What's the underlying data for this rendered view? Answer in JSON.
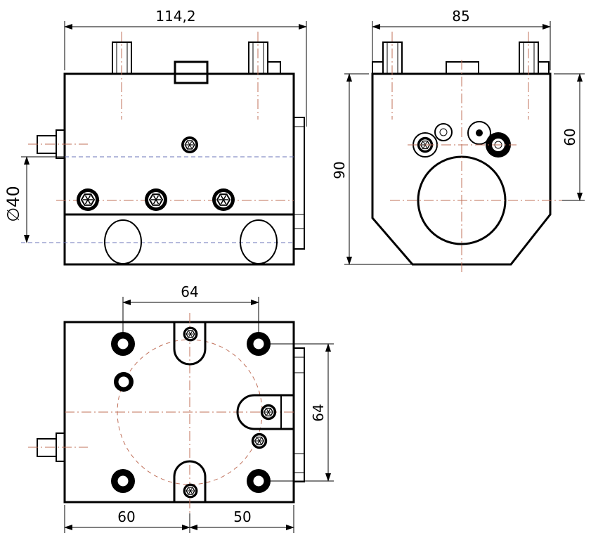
{
  "dimensions": {
    "front_width": "114,2",
    "side_width": "85",
    "diameter": "∅40",
    "side_height": "90",
    "side_upper": "60",
    "top_span": "64",
    "top_vertical": "64",
    "bottom_left": "60",
    "bottom_right": "50"
  },
  "colors": {
    "outline": "#000000",
    "centerline": "#c0705a",
    "hidden_line": "#6b74b8"
  }
}
